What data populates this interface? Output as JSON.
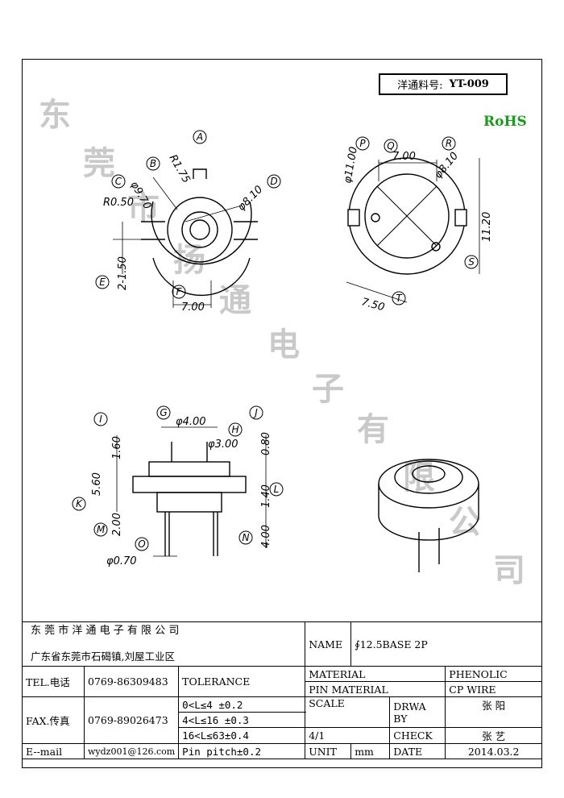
{
  "header": {
    "part_label": "洋通料号:",
    "part_number": "YT-009",
    "rohs": "RoHS"
  },
  "watermark": [
    "东",
    "莞",
    "市",
    "扬",
    "通",
    "电",
    "子",
    "有",
    "限",
    "公",
    "司"
  ],
  "top_view": {
    "dims": [
      "R1.75",
      "φ9.70",
      "R0.50",
      "φ8.10",
      "2-1.50",
      "7.00"
    ],
    "labels": [
      "A",
      "B",
      "C",
      "D",
      "E",
      "F"
    ]
  },
  "bottom_view": {
    "dims": [
      "φ11.00",
      "7.00",
      "φ8.10",
      "11.20",
      "7.50"
    ],
    "labels": [
      "P",
      "Q",
      "R",
      "S",
      "T"
    ]
  },
  "side_view": {
    "dims": [
      "φ4.00",
      "φ3.00",
      "1.60",
      "0.80",
      "5.60",
      "2.00",
      "1.40",
      "4.00",
      "φ0.70"
    ],
    "labels": [
      "I",
      "G",
      "H",
      "J",
      "K",
      "M",
      "L",
      "O",
      "N"
    ]
  },
  "title_block": {
    "company": "东 莞 市 洋 通 电 子 有 限 公 司",
    "address": "广东省东莞市石碣镇,刘屋工业区",
    "name_label": "NAME",
    "name_value": "∮12.5BASE 2P",
    "tel_label": "TEL.电话",
    "tel_value": "0769-86309483",
    "fax_label": "FAX.传真",
    "fax_value": "0769-89026473",
    "email_label": "E--mail",
    "email_value": "wydz001@126.com",
    "tolerance_label": "TOLERANCE",
    "tol1": "0<L≤4   ±0.2",
    "tol2": "4<L≤16  ±0.3",
    "tol3": "16<L≤63±0.4",
    "tol4": "Pin pitch±0.2",
    "material_label": "MATERIAL",
    "material_value": "PHENOLIC",
    "pin_material_label": "PIN MATERIAL",
    "pin_material_value": "CP WIRE",
    "scale_label": "SCALE",
    "scale_value": "4/1",
    "drawn_label": "DRWA BY",
    "drawn_value": "张 阳",
    "check_label": "CHECK",
    "check_value": "张 艺",
    "unit_label": "UNIT",
    "unit_value": "mm",
    "date_label": "DATE",
    "date_value": "2014.03.2"
  }
}
